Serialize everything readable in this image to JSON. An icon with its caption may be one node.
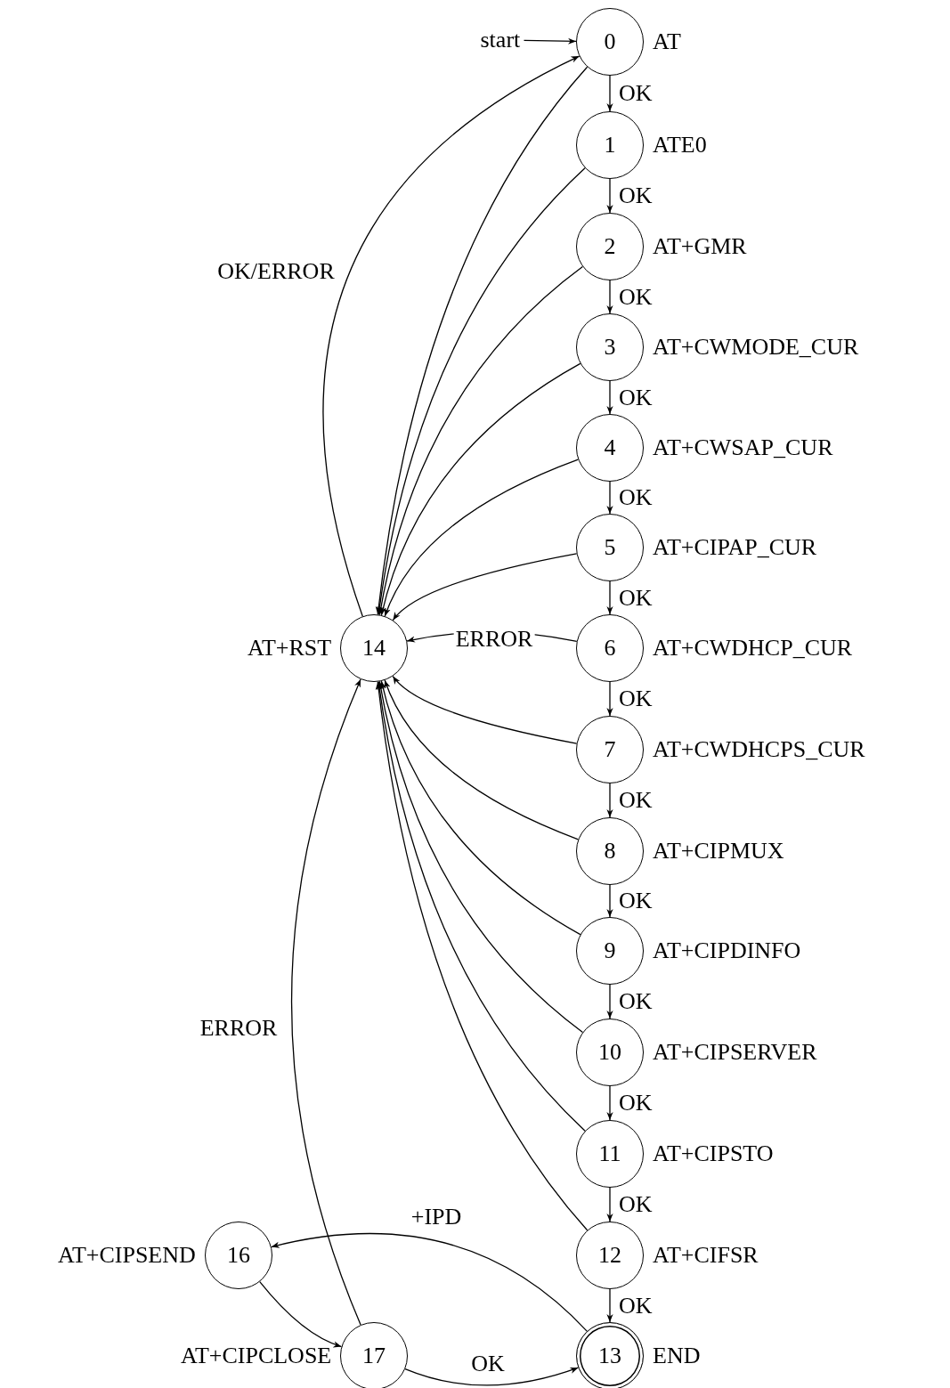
{
  "diagram": {
    "nodes": [
      {
        "text": [
          "start"
        ]
      },
      {
        "text": [
          "0"
        ],
        "beside": [
          "AT"
        ]
      },
      {
        "text": [
          "1"
        ],
        "beside": [
          "ATE0"
        ]
      },
      {
        "text": [
          "2"
        ],
        "beside": [
          "AT+GMR"
        ]
      },
      {
        "text": [
          "3"
        ],
        "beside": [
          "AT+CWMODE_CUR"
        ]
      },
      {
        "text": [
          "4"
        ],
        "beside": [
          "AT+CWSAP_CUR"
        ]
      },
      {
        "text": [
          "5"
        ],
        "beside": [
          "AT+CIPAP_CUR"
        ]
      },
      {
        "text": [
          "14"
        ],
        "beside": [
          "AT+RST"
        ]
      },
      {
        "text": [
          "6"
        ],
        "beside": [
          "AT+CWDHCP_CUR"
        ]
      },
      {
        "text": [
          "7"
        ],
        "beside": [
          "AT+CWDHCPS_CUR"
        ]
      },
      {
        "text": [
          "8"
        ],
        "beside": [
          "AT+CIPMUX"
        ]
      },
      {
        "text": [
          "9"
        ],
        "beside": [
          "AT+CIPDINFO"
        ]
      },
      {
        "text": [
          "10"
        ],
        "beside": [
          "AT+CIPSERVER"
        ]
      },
      {
        "text": [
          "11"
        ],
        "beside": [
          "AT+CIPSTO"
        ]
      },
      {
        "text": [
          "16"
        ],
        "beside": [
          "AT+CIPSEND"
        ]
      },
      {
        "text": [
          "12"
        ],
        "beside": [
          "AT+CIFSR"
        ]
      },
      {
        "text": [
          "17"
        ],
        "beside": [
          "AT+CIPCLOSE"
        ]
      },
      {
        "text": [
          "13"
        ],
        "beside": [
          "END"
        ]
      }
    ],
    "edges": [
      {
        "from": 0,
        "to": 1,
        "arrow": "to"
      },
      {
        "from": 1,
        "to": 2,
        "arrow": "to",
        "label": "OK"
      },
      {
        "from": 2,
        "to": 3,
        "arrow": "to",
        "label": "OK"
      },
      {
        "from": 3,
        "to": 4,
        "arrow": "to",
        "label": "OK"
      },
      {
        "from": 4,
        "to": 5,
        "arrow": "to",
        "label": "OK"
      },
      {
        "from": 5,
        "to": 6,
        "arrow": "to",
        "label": "OK"
      },
      {
        "from": 6,
        "to": 8,
        "arrow": "to",
        "label": "OK"
      },
      {
        "from": 8,
        "to": 9,
        "arrow": "to",
        "label": "OK"
      },
      {
        "from": 9,
        "to": 10,
        "arrow": "to",
        "label": "OK"
      },
      {
        "from": 10,
        "to": 11,
        "arrow": "to",
        "label": "OK"
      },
      {
        "from": 11,
        "to": 12,
        "arrow": "to",
        "label": "OK"
      },
      {
        "from": 12,
        "to": 13,
        "arrow": "to",
        "label": "OK"
      },
      {
        "from": 13,
        "to": 15,
        "arrow": "to",
        "label": "OK"
      },
      {
        "from": 15,
        "to": 17,
        "arrow": "to",
        "label": "OK"
      },
      {
        "from": 1,
        "to": 7,
        "arrow": "to"
      },
      {
        "from": 2,
        "to": 7,
        "arrow": "to"
      },
      {
        "from": 3,
        "to": 7,
        "arrow": "to"
      },
      {
        "from": 4,
        "to": 7,
        "arrow": "to"
      },
      {
        "from": 5,
        "to": 7,
        "arrow": "to"
      },
      {
        "from": 6,
        "to": 7,
        "arrow": "to"
      },
      {
        "from": 8,
        "to": 7,
        "arrow": "to",
        "label": "ERROR"
      },
      {
        "from": 9,
        "to": 7,
        "arrow": "to"
      },
      {
        "from": 10,
        "to": 7,
        "arrow": "to"
      },
      {
        "from": 11,
        "to": 7,
        "arrow": "to"
      },
      {
        "from": 12,
        "to": 7,
        "arrow": "to"
      },
      {
        "from": 13,
        "to": 7,
        "arrow": "to"
      },
      {
        "from": 15,
        "to": 7,
        "arrow": "to"
      },
      {
        "from": 7,
        "to": 1,
        "arrow": "to",
        "label": "OK/ERROR"
      },
      {
        "from": 17,
        "to": 14,
        "arrow": "to",
        "label": "+IPD"
      },
      {
        "from": 14,
        "to": 16,
        "arrow": "to"
      },
      {
        "from": 16,
        "to": 7,
        "arrow": "to",
        "label": "ERROR"
      },
      {
        "from": 16,
        "to": 17,
        "arrow": "to",
        "label": "OK"
      }
    ]
  }
}
